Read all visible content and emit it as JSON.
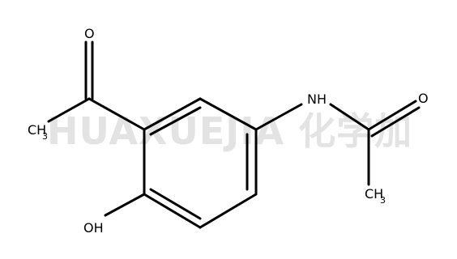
{
  "watermark": "HUAXUEJIA 化学加",
  "atoms": {
    "oxygen_ketone": "O",
    "methyl_ketone": "CH",
    "methyl_ketone_sub": "3",
    "nh": "NH",
    "oxygen_amide": "O",
    "methyl_amide": "CH",
    "methyl_amide_sub": "3",
    "hydroxyl": "OH"
  }
}
